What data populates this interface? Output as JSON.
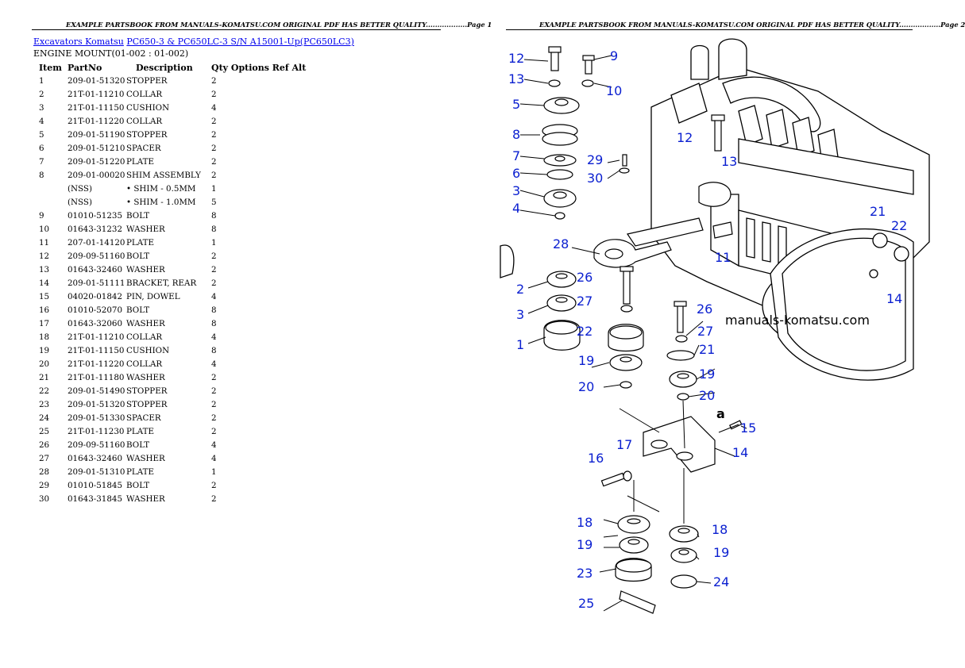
{
  "header": {
    "left": "EXAMPLE PARTSBOOK FROM MANUALS-KOMATSU.COM ORIGINAL PDF HAS BETTER QUALITY..................Page 1",
    "right": "EXAMPLE PARTSBOOK FROM MANUALS-KOMATSU.COM ORIGINAL PDF HAS BETTER QUALITY..................Page 2"
  },
  "breadcrumb": {
    "link1": "Excavators Komatsu",
    "link2": "PC650-3 & PC650LC-3 S/N A15001-Up(PC650LC3)"
  },
  "section_title": "ENGINE MOUNT(01-002 : 01-002)",
  "table": {
    "headers": {
      "item": "Item",
      "partno": "PartNo",
      "description": "Description",
      "qty": "Qty Options Ref Alt"
    },
    "rows": [
      {
        "item": "1",
        "partno": "209-01-51320",
        "desc": "STOPPER",
        "qty": "2"
      },
      {
        "item": "2",
        "partno": "21T-01-11210",
        "desc": "COLLAR",
        "qty": "2"
      },
      {
        "item": "3",
        "partno": "21T-01-11150",
        "desc": "CUSHION",
        "qty": "4"
      },
      {
        "item": "4",
        "partno": "21T-01-11220",
        "desc": "COLLAR",
        "qty": "2"
      },
      {
        "item": "5",
        "partno": "209-01-51190",
        "desc": "STOPPER",
        "qty": "2"
      },
      {
        "item": "6",
        "partno": "209-01-51210",
        "desc": "SPACER",
        "qty": "2"
      },
      {
        "item": "7",
        "partno": "209-01-51220",
        "desc": "PLATE",
        "qty": "2"
      },
      {
        "item": "8",
        "partno": "209-01-00020",
        "desc": "SHIM ASSEMBLY",
        "qty": "2"
      },
      {
        "item": "",
        "partno": "(NSS)",
        "desc": "• SHIM - 0.5MM",
        "qty": "1"
      },
      {
        "item": "",
        "partno": "(NSS)",
        "desc": "• SHIM - 1.0MM",
        "qty": "5"
      },
      {
        "item": "9",
        "partno": "01010-51235",
        "desc": "BOLT",
        "qty": "8"
      },
      {
        "item": "10",
        "partno": "01643-31232",
        "desc": "WASHER",
        "qty": "8"
      },
      {
        "item": "11",
        "partno": "207-01-14120",
        "desc": "PLATE",
        "qty": "1"
      },
      {
        "item": "12",
        "partno": "209-09-51160",
        "desc": "BOLT",
        "qty": "2"
      },
      {
        "item": "13",
        "partno": "01643-32460",
        "desc": "WASHER",
        "qty": "2"
      },
      {
        "item": "14",
        "partno": "209-01-51111",
        "desc": "BRACKET, REAR",
        "qty": "2"
      },
      {
        "item": "15",
        "partno": "04020-01842",
        "desc": "PIN, DOWEL",
        "qty": "4"
      },
      {
        "item": "16",
        "partno": "01010-52070",
        "desc": "BOLT",
        "qty": "8"
      },
      {
        "item": "17",
        "partno": "01643-32060",
        "desc": "WASHER",
        "qty": "8"
      },
      {
        "item": "18",
        "partno": "21T-01-11210",
        "desc": "COLLAR",
        "qty": "4"
      },
      {
        "item": "19",
        "partno": "21T-01-11150",
        "desc": "CUSHION",
        "qty": "8"
      },
      {
        "item": "20",
        "partno": "21T-01-11220",
        "desc": "COLLAR",
        "qty": "4"
      },
      {
        "item": "21",
        "partno": "21T-01-11180",
        "desc": "WASHER",
        "qty": "2"
      },
      {
        "item": "22",
        "partno": "209-01-51490",
        "desc": "STOPPER",
        "qty": "2"
      },
      {
        "item": "23",
        "partno": "209-01-51320",
        "desc": "STOPPER",
        "qty": "2"
      },
      {
        "item": "24",
        "partno": "209-01-51330",
        "desc": "SPACER",
        "qty": "2"
      },
      {
        "item": "25",
        "partno": "21T-01-11230",
        "desc": "PLATE",
        "qty": "2"
      },
      {
        "item": "26",
        "partno": "209-09-51160",
        "desc": "BOLT",
        "qty": "4"
      },
      {
        "item": "27",
        "partno": "01643-32460",
        "desc": "WASHER",
        "qty": "4"
      },
      {
        "item": "28",
        "partno": "209-01-51310",
        "desc": "PLATE",
        "qty": "1"
      },
      {
        "item": "29",
        "partno": "01010-51845",
        "desc": "BOLT",
        "qty": "2"
      },
      {
        "item": "30",
        "partno": "01643-31845",
        "desc": "WASHER",
        "qty": "2"
      }
    ]
  },
  "diagram": {
    "watermark": "manuals-komatsu.com",
    "callouts": [
      "12",
      "9",
      "13",
      "10",
      "5",
      "8",
      "7",
      "6",
      "3",
      "4",
      "28",
      "2",
      "3",
      "1",
      "26",
      "27",
      "22",
      "19",
      "20",
      "12",
      "13",
      "29",
      "30",
      "11",
      "21",
      "22",
      "14",
      "26",
      "27",
      "21",
      "19",
      "20",
      "a",
      "15",
      "14",
      "17",
      "16",
      "18",
      "19",
      "23",
      "25",
      "18",
      "19",
      "24"
    ]
  }
}
